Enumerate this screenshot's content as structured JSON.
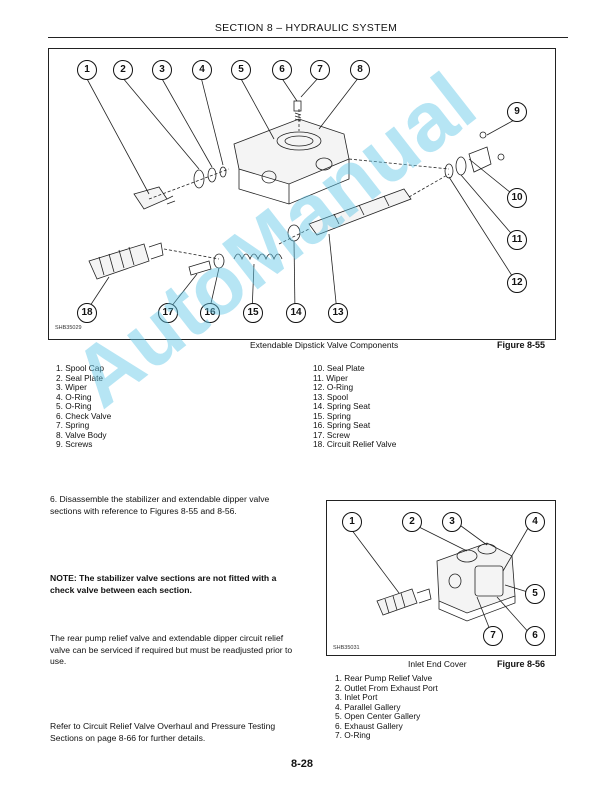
{
  "header": "SECTION 8 – HYDRAULIC SYSTEM",
  "figure55": {
    "id": "SHB35029",
    "caption": "Extendable Dipstick Valve Components",
    "label": "Figure 8-55",
    "callouts": [
      "1",
      "2",
      "3",
      "4",
      "5",
      "6",
      "7",
      "8",
      "9",
      "10",
      "11",
      "12",
      "13",
      "14",
      "15",
      "16",
      "17",
      "18"
    ]
  },
  "legend55_left": [
    "1. Spool Cap",
    "2. Seal Plate",
    "3. Wiper",
    "4. O-Ring",
    "5. O-Ring",
    "6. Check Valve",
    "7. Spring",
    "8. Valve Body",
    "9. Screws"
  ],
  "legend55_right": [
    "10. Seal Plate",
    "11. Wiper",
    "12. O-Ring",
    "13. Spool",
    "14. Spring Seat",
    "15. Spring",
    "16. Spring Seat",
    "17. Screw",
    "18. Circuit Relief Valve"
  ],
  "para6": "6.   Disassemble the stabilizer and extendable dipper valve sections with reference to Figures 8-55 and 8-56.",
  "note": "NOTE: The stabilizer valve sections are not fitted with a check valve between each section.",
  "para_relief": "The rear pump relief valve and extendable dipper circuit relief valve can be serviced if required but must be readjusted prior to use.",
  "para_refer": "Refer to Circuit Relief Valve Overhaul and Pressure Testing Sections on page 8-66 for further details.",
  "figure56": {
    "id": "SHB35031",
    "caption": "Inlet End Cover",
    "label": "Figure 8-56",
    "callouts": [
      "1",
      "2",
      "3",
      "4",
      "5",
      "6",
      "7"
    ]
  },
  "legend56": [
    "1. Rear Pump Relief Valve",
    "2. Outlet From Exhaust Port",
    "3. Inlet Port",
    "4. Parallel Gallery",
    "5. Open Center Gallery",
    "6. Exhaust Gallery",
    "7. O-Ring"
  ],
  "page_number": "8-28",
  "watermark": "AutoManual"
}
